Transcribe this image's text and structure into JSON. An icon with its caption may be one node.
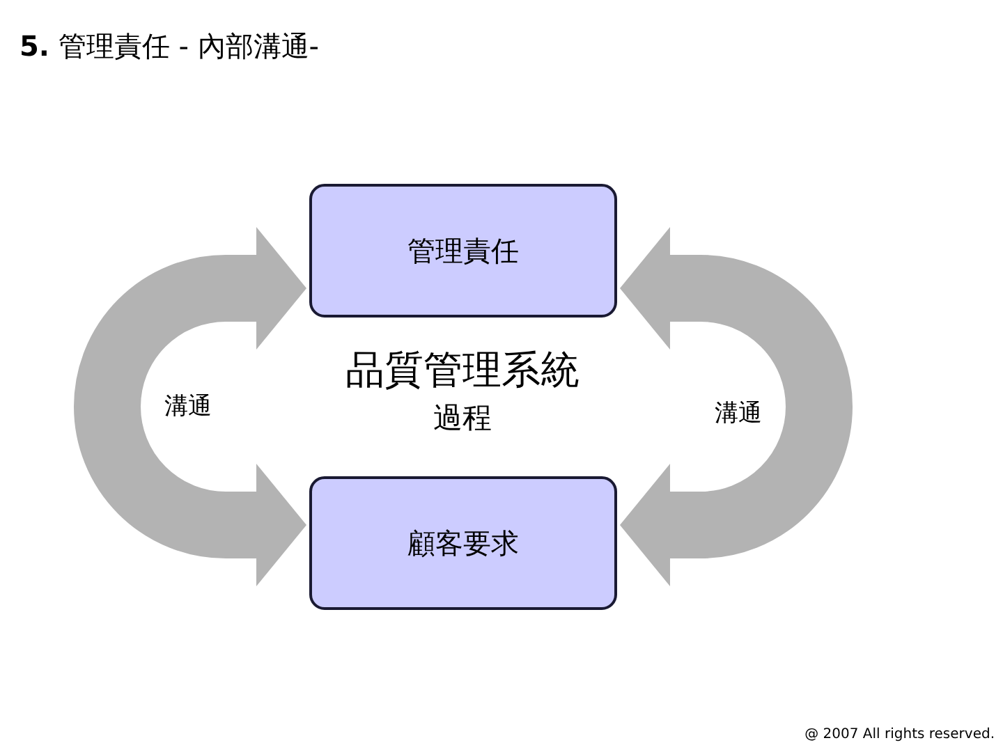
{
  "diagram": {
    "title": "**5.** 管理責任 - 內部溝通-",
    "nodes": [
      {
        "text": [
          "管理責任"
        ]
      },
      {
        "text": [
          "顧客要求"
        ]
      }
    ],
    "edges": [
      {
        "from": 0,
        "to": 1,
        "arrow": "both",
        "label": "溝通"
      },
      {
        "from": 0,
        "to": 1,
        "arrow": "both",
        "label": "溝通"
      }
    ],
    "labels": [
      "品質管理系統",
      "過程",
      "@ 2007 All rights reserved."
    ]
  }
}
